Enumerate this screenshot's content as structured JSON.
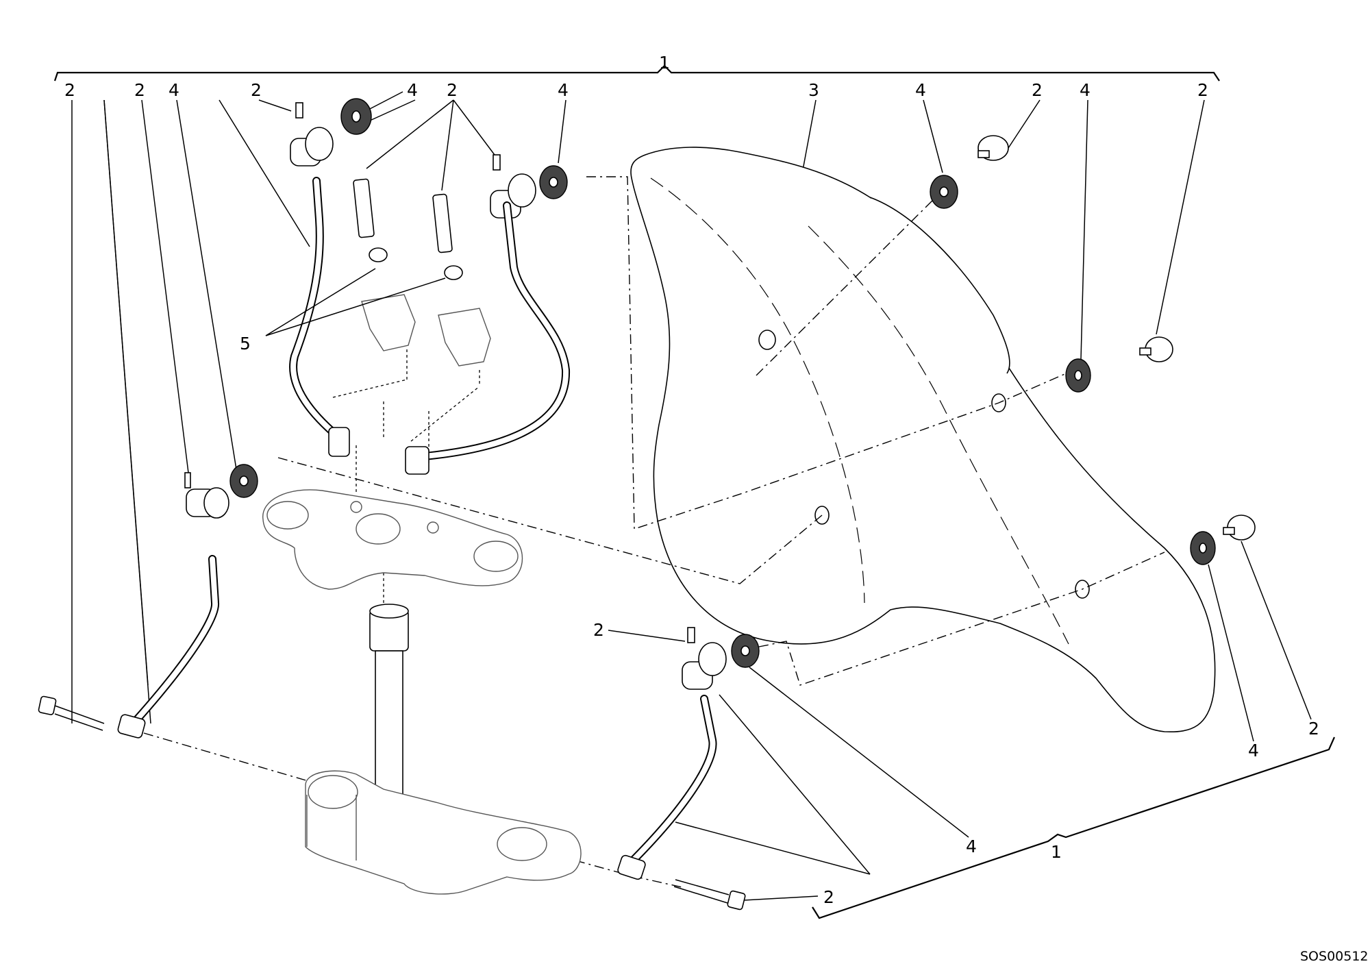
{
  "callouts": {
    "top_1": "1",
    "top_left_2a": "2",
    "top_left_2b": "2",
    "top_left_4a": "4",
    "top_2c": "2",
    "top_4b": "4",
    "top_2d": "2",
    "top_4c": "4",
    "top_3": "3",
    "top_4d": "4",
    "top_2e": "2",
    "top_4e": "4",
    "top_2f": "2",
    "mid_5": "5",
    "mid_2g": "2",
    "right_4f": "4",
    "right_2h": "2",
    "bottom_4g": "4",
    "bottom_1": "1",
    "bottom_2i": "2"
  },
  "drawing_code": "SOS00512"
}
